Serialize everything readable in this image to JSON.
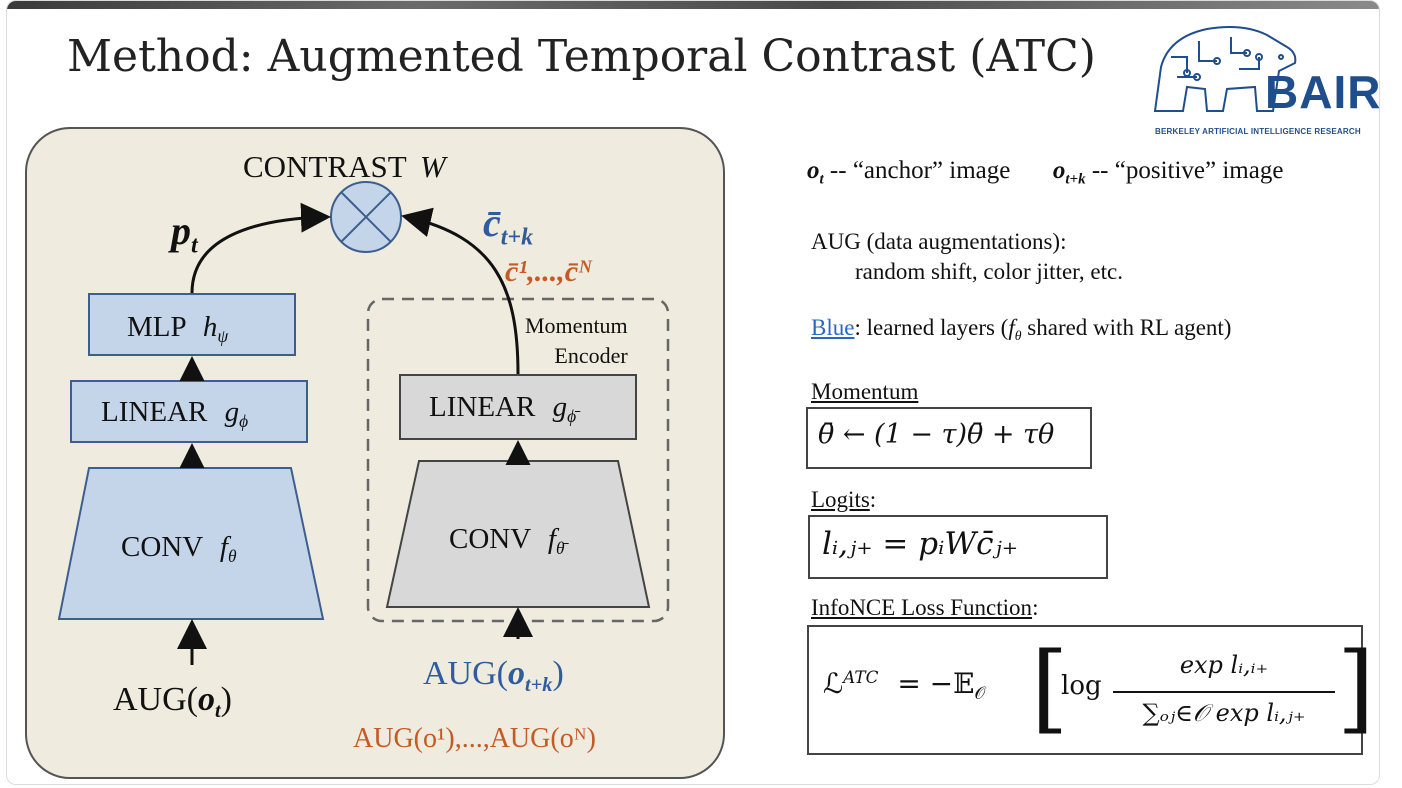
{
  "slide": {
    "title": "Method: Augmented Temporal Contrast (ATC)"
  },
  "logo": {
    "name": "BAIR",
    "subtitle": "BERKELEY ARTIFICIAL INTELLIGENCE RESEARCH"
  },
  "diagram": {
    "contrast_label": "CONTRAST",
    "contrast_var": "W",
    "p_label": "p",
    "p_sub": "t",
    "cbar_label": "c̄",
    "cbar_sub": "t+k",
    "negatives": "c̄¹,...,c̄ᴺ",
    "mlp_label": "MLP",
    "mlp_var": "h",
    "mlp_sub": "ψ",
    "linear_label": "LINEAR",
    "linear_var": "g",
    "linear_sub": "ϕ",
    "linear2_sub": "ϕ̄",
    "conv_label": "CONV",
    "conv_var": "f",
    "conv_sub": "θ",
    "conv2_sub": "θ̄",
    "momentum_line1": "Momentum",
    "momentum_line2": "Encoder",
    "aug_anchor_prefix": "AUG(",
    "aug_anchor_var": "o",
    "aug_anchor_sub": "t",
    "aug_anchor_suffix": ")",
    "aug_pos_prefix": "AUG(",
    "aug_pos_var": "o",
    "aug_pos_sub": "t+k",
    "aug_pos_suffix": ")",
    "aug_neg": "AUG(o¹),...,AUG(oᴺ)",
    "colors": {
      "panel_bg": "#efebde",
      "panel_border": "#555555",
      "blue_fill": "#c4d5ea",
      "blue_border": "#3d5f8f",
      "gray_fill": "#d8d8d8",
      "gray_border": "#444444",
      "blue_text": "#2f5c9c",
      "orange_text": "#c55a24"
    }
  },
  "notes": {
    "anchor_var": "o",
    "anchor_sub": "t",
    "anchor_text": "-- “anchor” image",
    "positive_var": "o",
    "positive_sub": "t+k",
    "positive_text": "-- “positive” image",
    "aug_heading": "AUG (data augmentations):",
    "aug_detail": "random shift, color jitter, etc.",
    "blue_word": "Blue",
    "blue_text_a": ": learned layers (",
    "blue_var": "f",
    "blue_sub": "θ",
    "blue_text_b": " shared with RL agent)",
    "momentum_heading": "Momentum",
    "momentum_eq": "θ̄ ← (1 − τ)θ̄ + τθ",
    "logits_heading": "Logits",
    "logits_colon": ":",
    "logits_eq": "lᵢ,ⱼ₊ = pᵢWc̄ⱼ₊",
    "infonce_heading": "InfoNCE Loss Function",
    "infonce_colon": ":",
    "loss_lhs": "ℒ",
    "loss_lhs_sup": "ATC",
    "loss_mid": "= −𝔼",
    "loss_mid_sub": "𝒪",
    "loss_log": "log",
    "loss_num": "exp lᵢ,ᵢ₊",
    "loss_den": "∑ₒⱼ∈𝒪 exp lᵢ,ⱼ₊"
  }
}
